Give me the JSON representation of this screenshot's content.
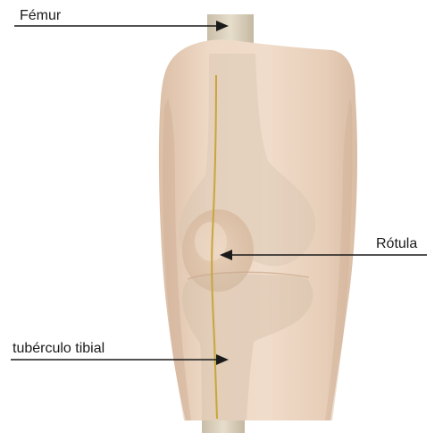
{
  "labels": {
    "femur": "Fémur",
    "rotula": "Rótula",
    "tuberculo": "tubérculo tibial"
  },
  "colors": {
    "skin": "#e9d2bd",
    "skin_shadow": "#d8b99e",
    "bone": "#d9cdb7",
    "incision_line": "#c8a63a",
    "leader_line": "#1a1a1a"
  }
}
